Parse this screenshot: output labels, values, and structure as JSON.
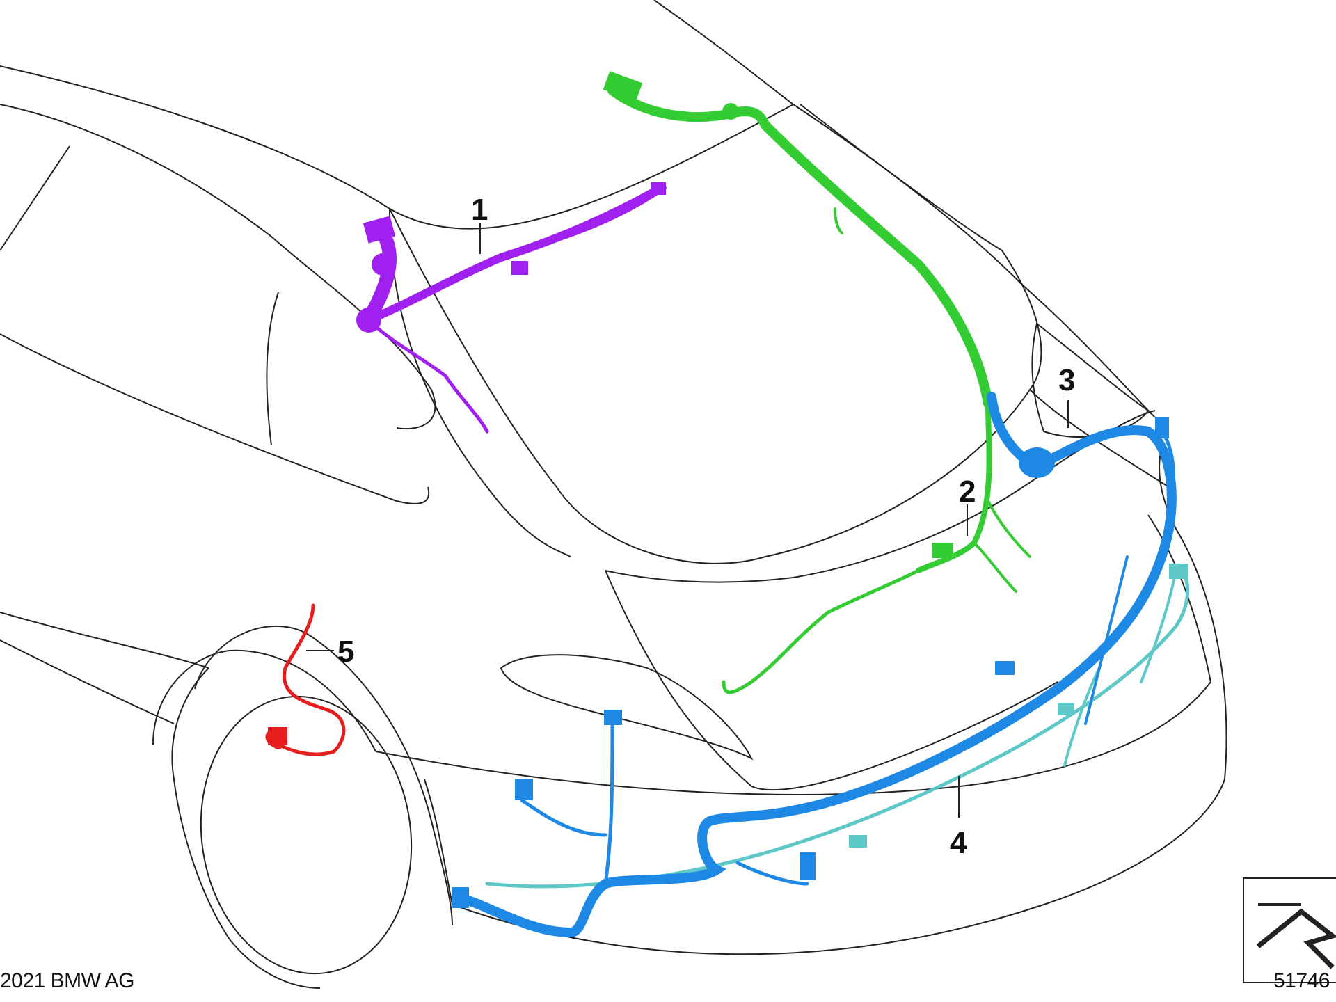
{
  "callouts": {
    "c1": "1",
    "c2": "2",
    "c3": "3",
    "c4": "4",
    "c5": "5"
  },
  "copyright": "2021 BMW AG",
  "diagram_number": "51746",
  "icons": {
    "orientation": "arrow-symbol-icon"
  },
  "colors": {
    "harness_1": "#a020f0",
    "harness_2": "#33cc33",
    "harness_3": "#1e88e5",
    "harness_4": "#5ec8c8",
    "harness_5": "#e61e1e",
    "outline": "#222222"
  }
}
